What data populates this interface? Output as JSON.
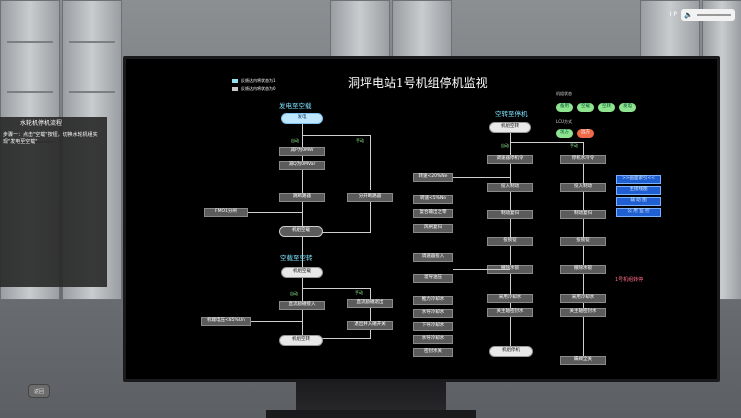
{
  "topbar": {
    "ip_label": "I P"
  },
  "left_panel": {
    "title": "水轮机停机流程",
    "step": "步骤一：点击\"空载\"按钮，切换水轮机组实现\"发电至空载\""
  },
  "back_label": "返回",
  "screen": {
    "title": "洞坪电站1号机组停机监视",
    "legend": [
      "反馈达内将状态为1",
      "反馈达内将状态为0"
    ],
    "state_title": "机组状态",
    "states": [
      "备用",
      "空载",
      "空转",
      "发电"
    ],
    "lcu_title": "LCU方式",
    "lcu": [
      "现方",
      "远方"
    ],
    "sec1": {
      "title": "发电至空载",
      "start": "发电",
      "auto": "自动",
      "manual": "手动",
      "b1": "减P为0MW",
      "b2": "减Q为0MVar",
      "b3": "跳断路器",
      "b4": "分开断路器",
      "b5": "FMO1分闸",
      "end": "机组空载"
    },
    "sec2": {
      "title": "空载至空转",
      "start": "机组空载",
      "auto": "自动",
      "manual": "手动",
      "b1": "直流励磁接入",
      "b2": "直流励磁退出",
      "b3": "退出并入磁开关",
      "left": "机端电压<85%Un",
      "end": "机组空转"
    },
    "sec3": {
      "title": "空转至停机",
      "start": "机组空转",
      "auto": "自动",
      "manual": "手动",
      "c1": [
        "调速器停机令",
        "投入制动",
        "制动复归",
        "投锁锭",
        "撤除水锁",
        "采用冷却水",
        "关主轴密封水"
      ],
      "c2": [
        "停机水冷令",
        "投入制动",
        "制动复归",
        "投锁锭",
        "撤除水锁",
        "采用冷却水",
        "关主轴密封水"
      ],
      "left": [
        "转速<20%Ne",
        "转速<5%Ne",
        "复合输出之零",
        "风闸复归",
        "调速器投入",
        "溜导油压",
        "推力冷却水",
        "水导冷却水",
        "下导冷却水",
        "水导冷却水",
        "密封水关"
      ],
      "end": "机组停机",
      "end2": "蝶阀全关"
    },
    "nav": [
      ">>画面索引<<",
      "主接线图",
      "辅 助 图",
      "公 用 监 控"
    ],
    "pink": "1号机组转停"
  }
}
